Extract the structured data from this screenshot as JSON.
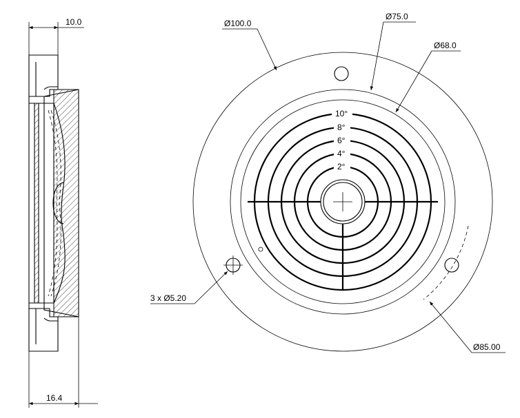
{
  "side_view": {
    "dim_top": "10.0",
    "dim_bottom": "16.4"
  },
  "front_view": {
    "dim_outer": "Ø100.0",
    "dim_mid": "Ø75.0",
    "dim_inner": "Ø68.0",
    "dim_bolt_circle": "Ø85.00",
    "dim_holes": "3 x Ø5.20",
    "angle_rings": [
      "10°",
      "8°",
      "6°",
      "4°",
      "2°"
    ]
  }
}
